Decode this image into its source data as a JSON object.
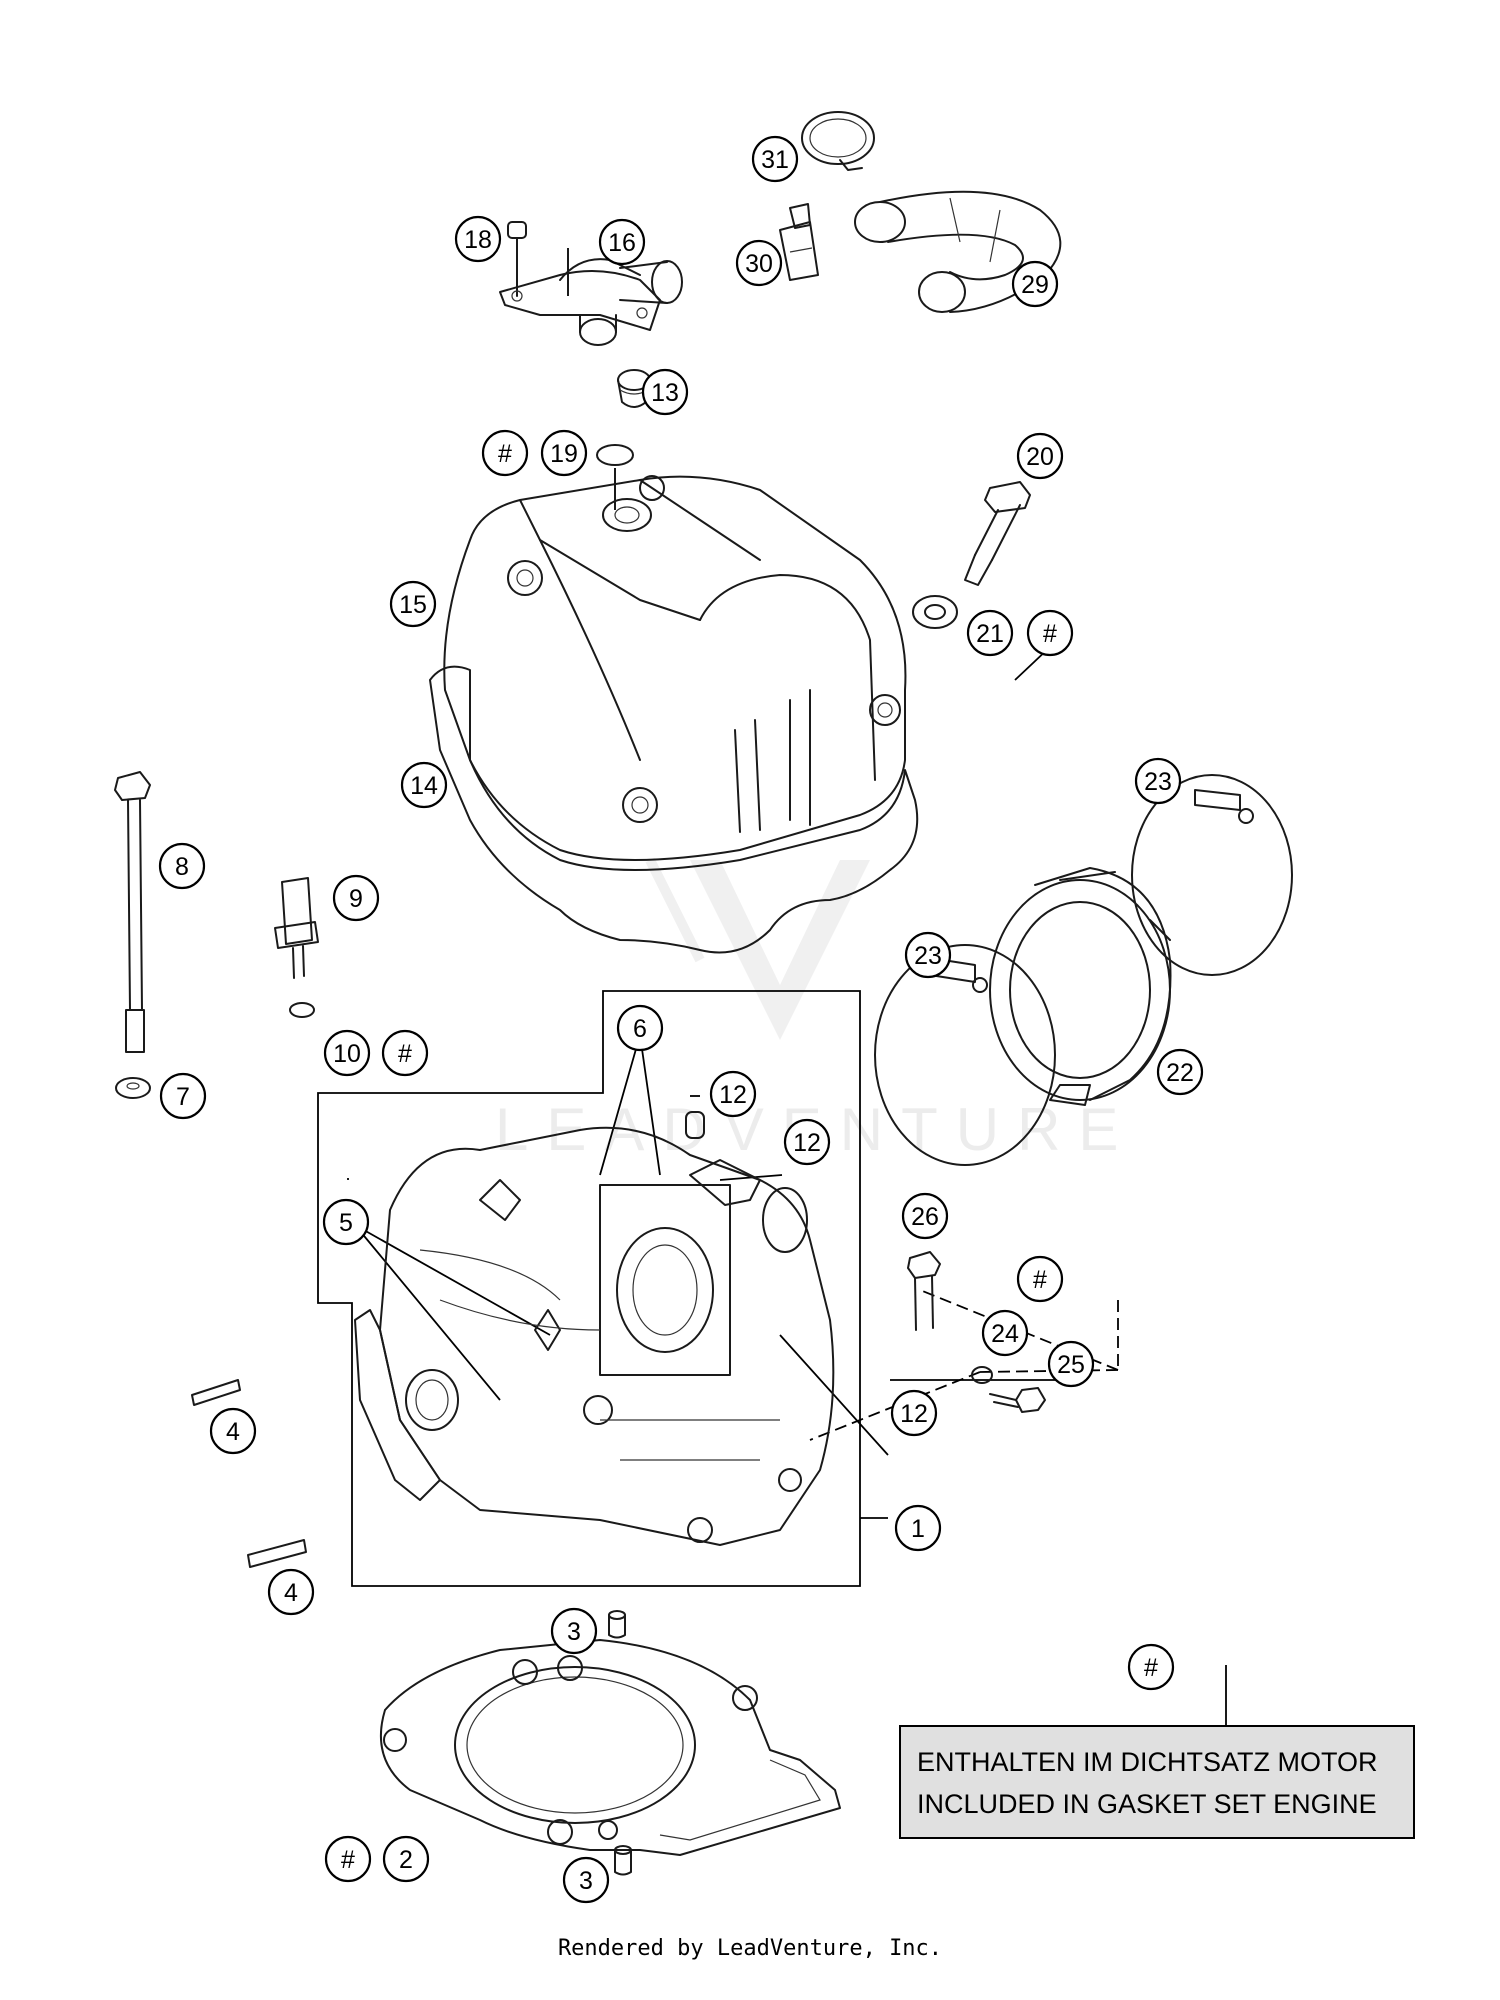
{
  "diagram": {
    "callouts": [
      {
        "label": "31"
      },
      {
        "label": "18"
      },
      {
        "label": "16"
      },
      {
        "label": "30"
      },
      {
        "label": "29"
      },
      {
        "label": "13"
      },
      {
        "label": "#"
      },
      {
        "label": "19"
      },
      {
        "label": "20"
      },
      {
        "label": "15"
      },
      {
        "label": "21"
      },
      {
        "label": "#"
      },
      {
        "label": "14"
      },
      {
        "label": "23"
      },
      {
        "label": "8"
      },
      {
        "label": "9"
      },
      {
        "label": "23"
      },
      {
        "label": "10"
      },
      {
        "label": "#"
      },
      {
        "label": "7"
      },
      {
        "label": "6"
      },
      {
        "label": "22"
      },
      {
        "label": "12"
      },
      {
        "label": "12"
      },
      {
        "label": "5"
      },
      {
        "label": "26"
      },
      {
        "label": "#"
      },
      {
        "label": "24"
      },
      {
        "label": "25"
      },
      {
        "label": "12"
      },
      {
        "label": "4"
      },
      {
        "label": "1"
      },
      {
        "label": "4"
      },
      {
        "label": "3"
      },
      {
        "label": "#"
      },
      {
        "label": "#"
      },
      {
        "label": "2"
      },
      {
        "label": "3"
      }
    ],
    "watermark": "LEADVENTURE"
  },
  "note": {
    "line1": "ENTHALTEN IM DICHTSATZ MOTOR",
    "line2": "INCLUDED IN GASKET SET ENGINE"
  },
  "footer": "Rendered by LeadVenture, Inc."
}
